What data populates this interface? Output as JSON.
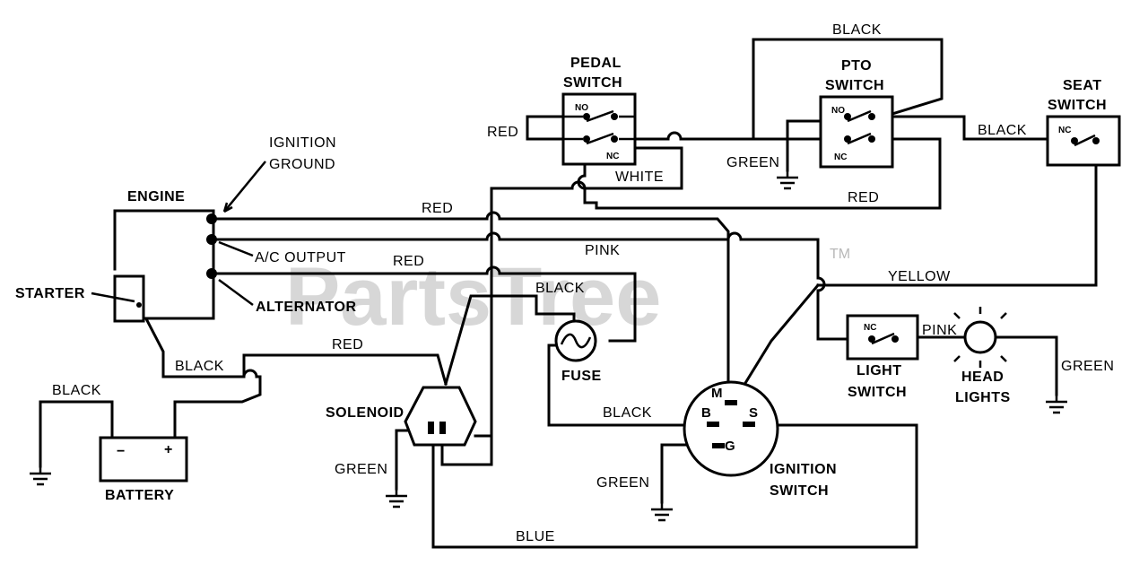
{
  "watermark": {
    "text": "PartsTree",
    "trademark": "TM"
  },
  "components": {
    "engine": "ENGINE",
    "ignition_ground": [
      "IGNITION",
      "GROUND"
    ],
    "ac_output": "A/C OUTPUT",
    "alternator": "ALTERNATOR",
    "starter": "STARTER",
    "battery": "BATTERY",
    "battery_neg": "−",
    "battery_pos": "+",
    "solenoid": "SOLENOID",
    "fuse": "FUSE",
    "pedal_switch": [
      "PEDAL",
      "SWITCH"
    ],
    "pto_switch": [
      "PTO",
      "SWITCH"
    ],
    "seat_switch": [
      "SEAT",
      "SWITCH"
    ],
    "light_switch": [
      "LIGHT",
      "SWITCH"
    ],
    "head_lights": [
      "HEAD",
      "LIGHTS"
    ],
    "ignition_switch": [
      "IGNITION",
      "SWITCH"
    ],
    "contacts": {
      "no": "NO",
      "nc": "NC"
    },
    "ignition_terminals": {
      "m": "M",
      "b": "B",
      "s": "S",
      "g": "G"
    }
  },
  "wire_labels": {
    "black_top": "BLACK",
    "red_pedal": "RED",
    "white": "WHITE",
    "black_seat": "BLACK",
    "green_pto": "GREEN",
    "red_pto": "RED",
    "red_engine": "RED",
    "pink": "PINK",
    "red_alternator": "RED",
    "yellow": "YELLOW",
    "black_fuse": "BLACK",
    "pink_light": "PINK",
    "green_head": "GREEN",
    "red_solenoid": "RED",
    "black_starter": "BLACK",
    "black_battery": "BLACK",
    "black_ignition": "BLACK",
    "green_solenoid": "GREEN",
    "green_ignition": "GREEN",
    "blue": "BLUE"
  }
}
